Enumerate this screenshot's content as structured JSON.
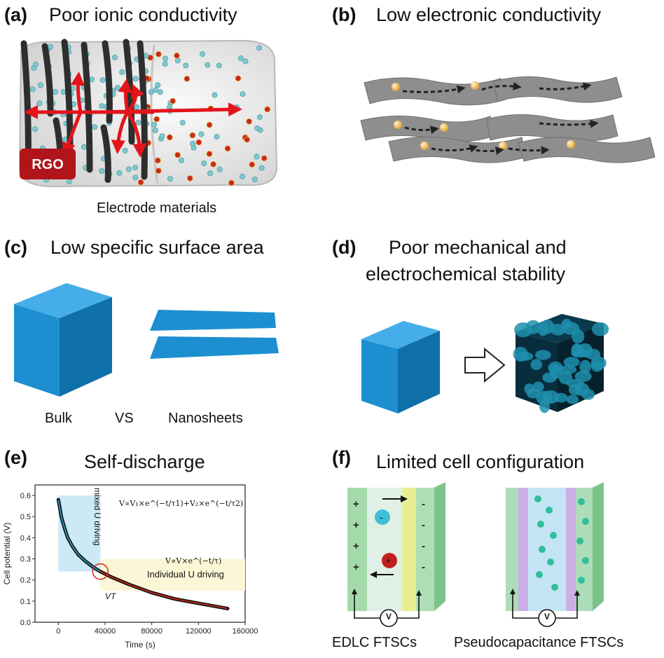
{
  "panels": {
    "a": {
      "tag": "(a)",
      "title": "Poor ionic conductivity",
      "rgo": "RGO",
      "caption": "Electrode materials"
    },
    "b": {
      "tag": "(b)",
      "title": "Low electronic conductivity"
    },
    "c": {
      "tag": "(c)",
      "title": "Low specific surface area",
      "left": "Bulk",
      "vs": "VS",
      "right": "Nanosheets"
    },
    "d": {
      "tag": "(d)",
      "title_line1": "Poor mechanical and",
      "title_line2": "electrochemical stability"
    },
    "e": {
      "tag": "(e)",
      "title": "Self-discharge",
      "label_mixed": "mixed U driving",
      "label_individual": "Individual U driving",
      "formula1": "V∝V₁×e^(−t/τ1)+V₂×e^(−t/τ2)",
      "formula2": "V∝V×e^(−t/τ)",
      "vt_label": "VT"
    },
    "f": {
      "tag": "(f)",
      "title": "Limited cell configuration",
      "left_caption": "EDLC FTSCs",
      "right_caption": "Pseudocapacitance FTSCs",
      "meter": "V"
    }
  },
  "colors": {
    "arrow_red": "#e4141b",
    "cube_blue": "#1d8fd0",
    "rgo_red": "#b1141b",
    "curve_red": "#d62a1e"
  },
  "chart_data": {
    "type": "line",
    "xlabel": "Time (s)",
    "ylabel": "Cell potential (V)",
    "xlim": [
      -20000,
      160000
    ],
    "ylim": [
      0,
      0.65
    ],
    "x_ticks": [
      0,
      40000,
      80000,
      120000,
      160000
    ],
    "y_ticks": [
      0.0,
      0.1,
      0.2,
      0.3,
      0.4,
      0.5,
      0.6
    ],
    "series": [
      {
        "x": [
          0,
          1000,
          2500,
          5000,
          8000,
          12000,
          17000,
          23000,
          30000,
          36000,
          45000,
          60000,
          80000,
          100000,
          120000,
          145000
        ],
        "y": [
          0.58,
          0.55,
          0.5,
          0.45,
          0.4,
          0.36,
          0.32,
          0.29,
          0.26,
          0.24,
          0.215,
          0.18,
          0.14,
          0.11,
          0.09,
          0.065
        ]
      }
    ],
    "vt_point": {
      "x": 36000,
      "y": 0.24
    }
  }
}
